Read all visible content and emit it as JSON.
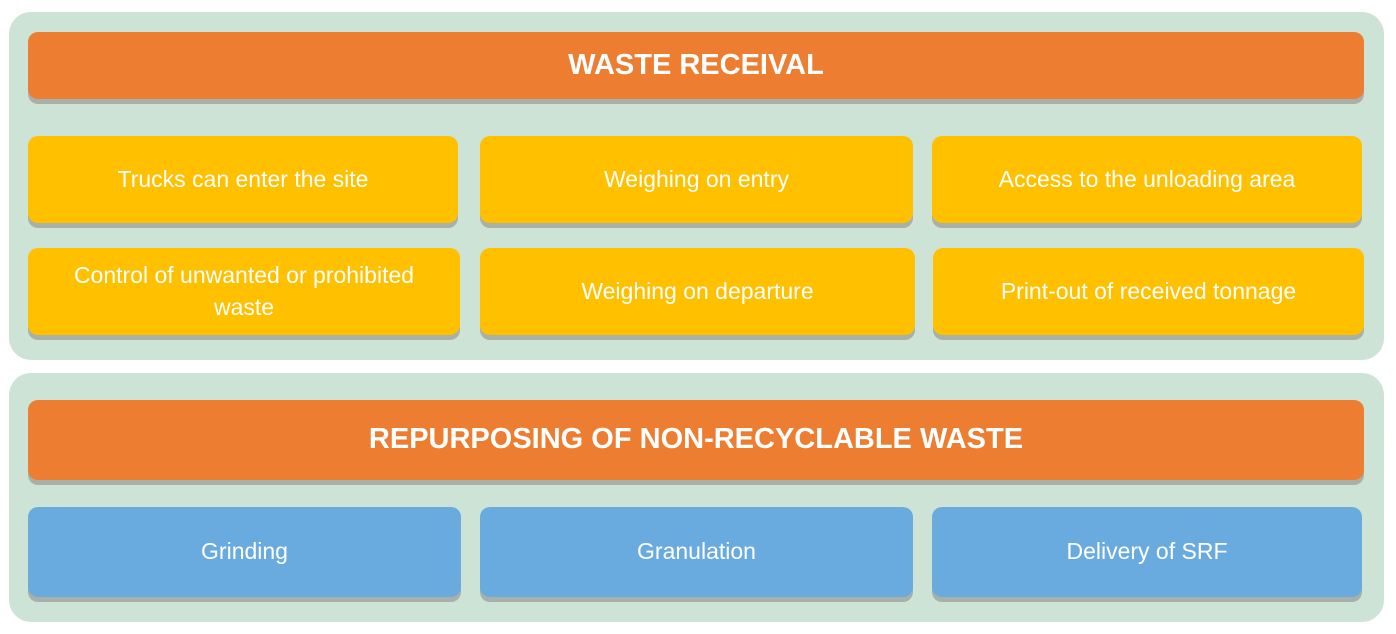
{
  "sections": [
    {
      "title": "WASTE RECEIVAL",
      "steps": [
        "Trucks can enter the site",
        "Weighing on entry",
        "Access to the unloading area",
        "Control of unwanted or prohibited waste",
        "Weighing on departure",
        "Print-out of received tonnage"
      ]
    },
    {
      "title": "REPURPOSING OF NON-RECYCLABLE WASTE",
      "steps": [
        "Grinding",
        "Granulation",
        "Delivery of SRF"
      ]
    }
  ],
  "colors": {
    "panel_background": "#cde3d6",
    "header": "#ed7d31",
    "receival_step": "#ffc000",
    "repurpose_step": "#6aabdf",
    "text": "#ffffff"
  }
}
